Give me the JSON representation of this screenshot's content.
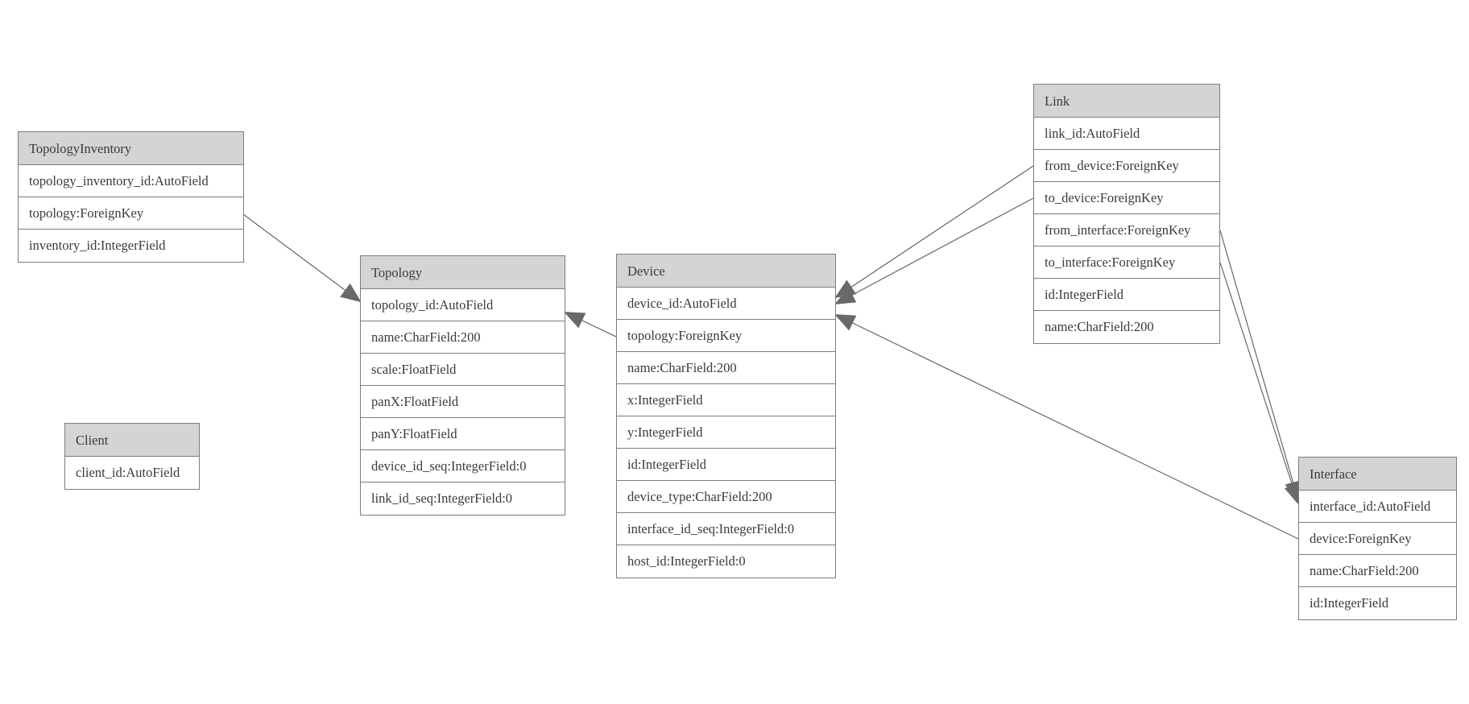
{
  "diagram": {
    "type": "entity-relationship-model-diagram",
    "colors": {
      "background": "#ffffff",
      "header_fill": "#d4d4d4",
      "border": "#7d7d7d",
      "relation_line": "#666666",
      "arrowhead_fill": "#696969",
      "text": "#3a3a3a"
    },
    "tables": {
      "topology_inventory": {
        "title": "TopologyInventory",
        "fields": [
          "topology_inventory_id:AutoField",
          "topology:ForeignKey",
          "inventory_id:IntegerField"
        ]
      },
      "topology": {
        "title": "Topology",
        "fields": [
          "topology_id:AutoField",
          "name:CharField:200",
          "scale:FloatField",
          "panX:FloatField",
          "panY:FloatField",
          "device_id_seq:IntegerField:0",
          "link_id_seq:IntegerField:0"
        ]
      },
      "client": {
        "title": "Client",
        "fields": [
          "client_id:AutoField"
        ]
      },
      "device": {
        "title": "Device",
        "fields": [
          "device_id:AutoField",
          "topology:ForeignKey",
          "name:CharField:200",
          "x:IntegerField",
          "y:IntegerField",
          "id:IntegerField",
          "device_type:CharField:200",
          "interface_id_seq:IntegerField:0",
          "host_id:IntegerField:0"
        ]
      },
      "link": {
        "title": "Link",
        "fields": [
          "link_id:AutoField",
          "from_device:ForeignKey",
          "to_device:ForeignKey",
          "from_interface:ForeignKey",
          "to_interface:ForeignKey",
          "id:IntegerField",
          "name:CharField:200"
        ]
      },
      "interface": {
        "title": "Interface",
        "fields": [
          "interface_id:AutoField",
          "device:ForeignKey",
          "name:CharField:200",
          "id:IntegerField"
        ]
      }
    },
    "relations": [
      {
        "from": "TopologyInventory.topology",
        "to": "Topology.topology_id"
      },
      {
        "from": "Device.topology",
        "to": "Topology.topology_id"
      },
      {
        "from": "Link.from_device",
        "to": "Device.device_id"
      },
      {
        "from": "Link.to_device",
        "to": "Device.device_id"
      },
      {
        "from": "Link.from_interface",
        "to": "Interface.interface_id"
      },
      {
        "from": "Link.to_interface",
        "to": "Interface.interface_id"
      },
      {
        "from": "Interface.device",
        "to": "Device.device_id"
      }
    ]
  }
}
